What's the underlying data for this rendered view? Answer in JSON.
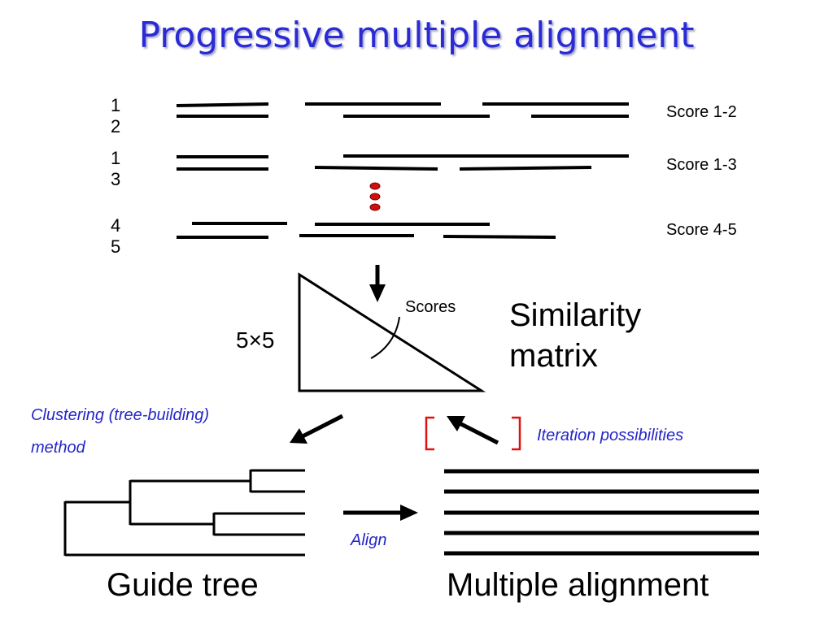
{
  "title": "Progressive multiple alignment",
  "pairs": [
    {
      "seq_a": "1",
      "seq_b": "2",
      "score": "Score 1-2"
    },
    {
      "seq_a": "1",
      "seq_b": "3",
      "score": "Score 1-3"
    },
    {
      "seq_a": "4",
      "seq_b": "5",
      "score": "Score 4-5"
    }
  ],
  "matrix": {
    "label": "Similarity matrix",
    "line1": "Similarity",
    "line2": "matrix",
    "size": "5×5",
    "scores_label": "Scores"
  },
  "clustering": {
    "line1": "Clustering (tree-building)",
    "line2": "method"
  },
  "iteration": "Iteration possibilities",
  "align": "Align",
  "guide_tree": "Guide tree",
  "multiple_alignment": "Multiple alignment",
  "colors": {
    "title": "#2b2bd6",
    "italic_text": "#2525c8",
    "bracket": "#e01010",
    "dots": "#d01010",
    "lines": "#000000"
  }
}
